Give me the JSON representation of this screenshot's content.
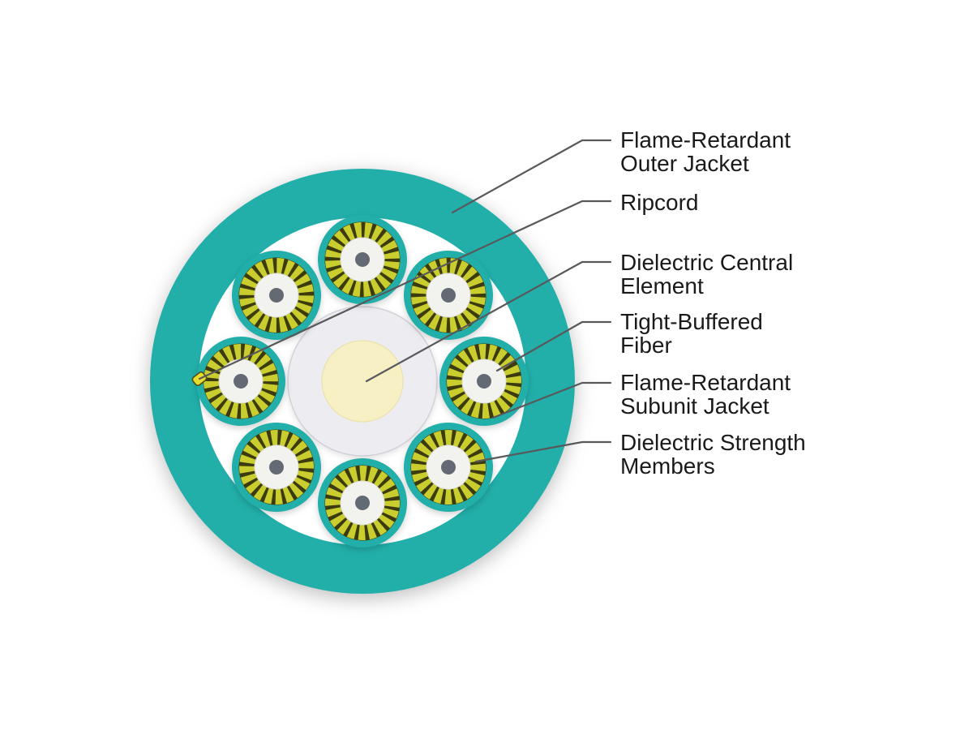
{
  "diagram": {
    "subject": "Fiber optic cable cross-section",
    "subunit_count": 8,
    "colors": {
      "jacket_teal": "#22afaa",
      "strength_member_yellow": "#c9cd2e",
      "strength_member_dark": "#3b3b0e",
      "central_element_gray": "#ececf1",
      "central_core_cream": "#f7f0c5",
      "fiber_buffer_white": "#f2f3ef",
      "fiber_core_gray": "#646a73",
      "ripcord_yellow": "#e6dd2d",
      "leader_line_gray": "#58595b",
      "label_text": "#1a1a1a"
    }
  },
  "labels": [
    {
      "id": "outer-jacket",
      "text": "Flame-Retardant\nOuter Jacket"
    },
    {
      "id": "ripcord",
      "text": "Ripcord"
    },
    {
      "id": "central-element",
      "text": "Dielectric Central\nElement"
    },
    {
      "id": "buffered-fiber",
      "text": "Tight-Buffered\nFiber"
    },
    {
      "id": "subunit-jacket",
      "text": "Flame-Retardant\nSubunit Jacket"
    },
    {
      "id": "strength-members",
      "text": "Dielectric Strength\nMembers"
    }
  ]
}
